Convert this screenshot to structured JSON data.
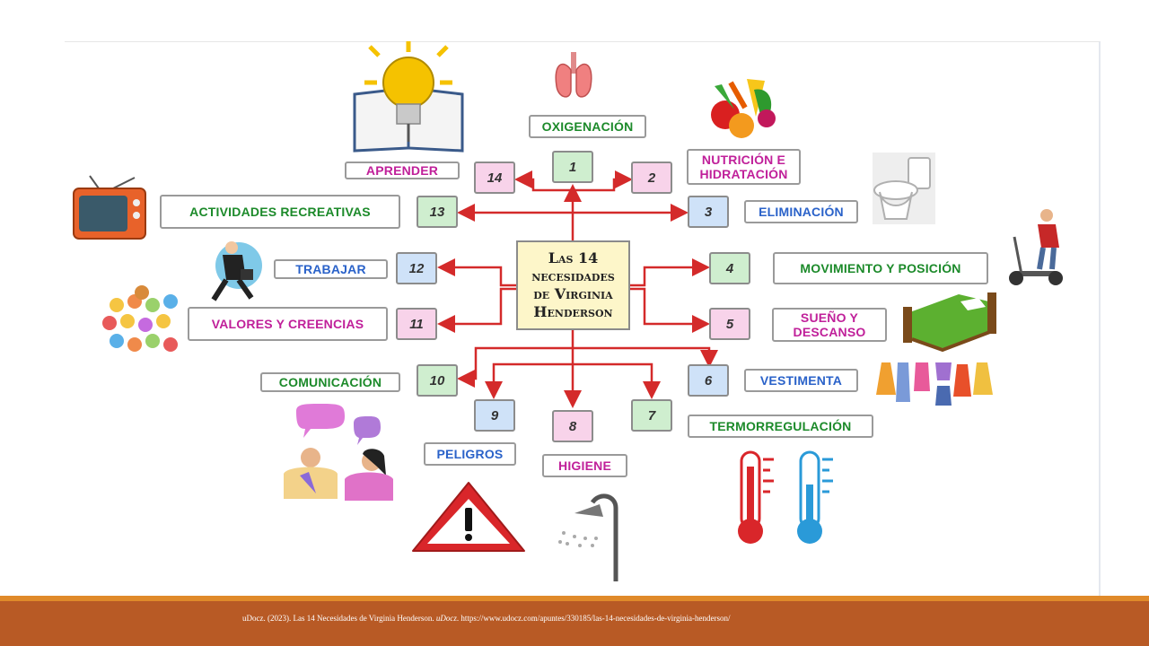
{
  "diagram": {
    "center_lines": [
      "Las 14",
      "necesidades",
      "de Virginia",
      "Henderson"
    ],
    "needs": [
      {
        "number": "1",
        "label": "OXIGENACIÓN",
        "icon": "lungs-icon"
      },
      {
        "number": "2",
        "label_lines": [
          "NUTRICIÓN E",
          "HIDRATACIÓN"
        ],
        "icon": "fruits-vegetables-icon"
      },
      {
        "number": "3",
        "label": "ELIMINACIÓN",
        "icon": "toilet-icon"
      },
      {
        "number": "4",
        "label": "MOVIMIENTO Y POSICIÓN",
        "icon": "person-on-scooter-icon"
      },
      {
        "number": "5",
        "label_lines": [
          "SUEÑO Y",
          "DESCANSO"
        ],
        "icon": "bed-icon"
      },
      {
        "number": "6",
        "label": "VESTIMENTA",
        "icon": "clothes-icon"
      },
      {
        "number": "7",
        "label": "TERMORREGULACIÓN",
        "icon": "thermometers-icon"
      },
      {
        "number": "8",
        "label": "HIGIENE",
        "icon": "shower-icon"
      },
      {
        "number": "9",
        "label": "PELIGROS",
        "icon": "warning-sign-icon"
      },
      {
        "number": "10",
        "label": "COMUNICACIÓN",
        "icon": "people-talking-icon"
      },
      {
        "number": "11",
        "label": "VALORES Y CREENCIAS",
        "icon": "emoji-collage-icon"
      },
      {
        "number": "12",
        "label": "TRABAJAR",
        "icon": "businessman-icon"
      },
      {
        "number": "13",
        "label": "ACTIVIDADES RECREATIVAS",
        "icon": "television-icon"
      },
      {
        "number": "14",
        "label": "APRENDER",
        "icon": "lightbulb-book-icon"
      }
    ],
    "colors": {
      "arrow": "#d42a2a",
      "green_box": "#cfeecf",
      "pink_box": "#f8d3ea",
      "blue_box": "#cfe2f8",
      "center_box": "#fdf6c9",
      "footer": "#b85a25",
      "footer_accent": "#e08a2a"
    }
  },
  "footer": {
    "citation_start": "uDocz. (2023). Las 14 Necesidades de Virginia Henderson. ",
    "citation_source": "uDocz",
    "citation_end": ". https://www.udocz.com/apuntes/330185/las-14-necesidades-de-virginia-henderson/"
  }
}
